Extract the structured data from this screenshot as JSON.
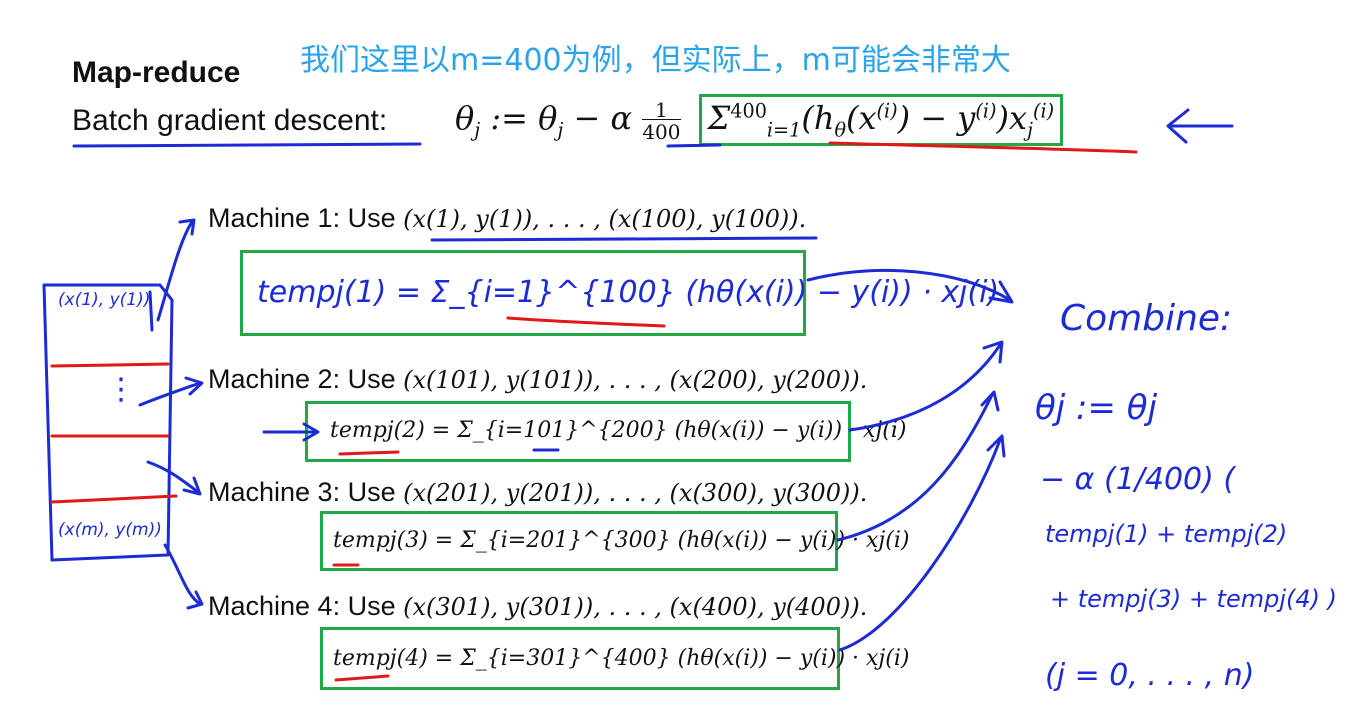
{
  "header": {
    "note_cn": "我们这里以m=400为例，但实际上，m可能会非常大",
    "title": "Map-reduce",
    "batch_label": "Batch gradient descent:"
  },
  "equations": {
    "batch_update": "θj := θj − α (1/400) Σ_{i=1}^{400} (hθ(x(i)) − y(i)) xj(i)"
  },
  "machines": [
    {
      "label": "Machine 1: Use",
      "range": "(x(1), y(1)), . . . , (x(100), y(100)).",
      "temp": "tempj(1) = Σ_{i=1}^{100} (hθ(x(i)) − y(i)) · xj(i)"
    },
    {
      "label": "Machine 2: Use",
      "range": "(x(101), y(101)), . . . , (x(200), y(200)).",
      "temp": "tempj(2) = Σ_{i=101}^{200} (hθ(x(i)) − y(i)) · xj(i)"
    },
    {
      "label": "Machine 3: Use",
      "range": "(x(201), y(201)), . . . , (x(300), y(300)).",
      "temp": "tempj(3) = Σ_{i=201}^{300} (hθ(x(i)) − y(i)) · xj(i)"
    },
    {
      "label": "Machine 4: Use",
      "range": "(x(301), y(301)), . . . , (x(400), y(400)).",
      "temp": "tempj(4) = Σ_{i=301}^{400} (hθ(x(i)) − y(i)) · xj(i)"
    }
  ],
  "dataset": {
    "first": "(x(1), y(1))",
    "dots": "⋮",
    "last": "(x(m), y(m))"
  },
  "combine": {
    "title": "Combine:",
    "line1": "θj := θj",
    "line2": "− α (1/400) (",
    "line3": "tempj(1) + tempj(2)",
    "line4": "+ tempj(3) + tempj(4) )",
    "line5": "(j = 0, . . . , n)"
  },
  "colors": {
    "ink_blue": "#1d2bd6",
    "ink_red": "#e01818",
    "box_green": "#22a845",
    "note_blue": "#2aa3e8"
  }
}
